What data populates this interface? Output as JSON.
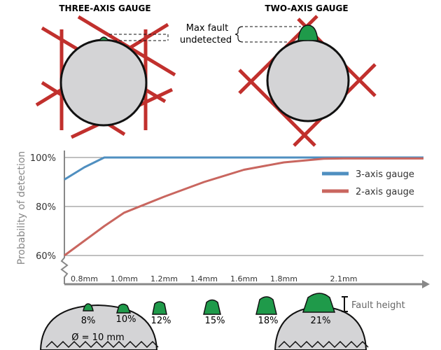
{
  "diagrams": {
    "three_axis_title": "THREE-AXIS GAUGE",
    "two_axis_title": "TWO-AXIS GAUGE",
    "callout_line1": "Max fault",
    "callout_line2": "undetected"
  },
  "chart_data": {
    "type": "line",
    "ylabel": "Probability of detection",
    "ylim": [
      60,
      100
    ],
    "yticks": [
      60,
      80,
      100
    ],
    "ytick_labels": [
      "60%",
      "80%",
      "100%"
    ],
    "x": [
      0.7,
      0.8,
      0.9,
      1.0,
      1.2,
      1.4,
      1.6,
      1.8,
      2.0,
      2.1,
      2.5
    ],
    "xtick_values": [
      0.8,
      1.0,
      1.2,
      1.4,
      1.6,
      1.8,
      2.1
    ],
    "xtick_labels": [
      "0.8mm",
      "1.0mm",
      "1.2mm",
      "1.4mm",
      "1.6mm",
      "1.8mm",
      "2.1mm"
    ],
    "legend_position": "right",
    "grid": true,
    "series": [
      {
        "name": "3-axis gauge",
        "color": "#4f8fc0",
        "values": [
          91,
          96,
          100,
          100,
          100,
          100,
          100,
          100,
          100,
          100,
          100
        ]
      },
      {
        "name": "2-axis gauge",
        "color": "#c9665f",
        "values": [
          60,
          66,
          72,
          77.5,
          84,
          90,
          95,
          98,
          99.5,
          99.6,
          99.6
        ]
      }
    ]
  },
  "faults": {
    "diameter_label": "Ø = 10 mm",
    "height_label": "Fault height",
    "percent_labels": [
      "8%",
      "10%",
      "12%",
      "15%",
      "18%",
      "21%"
    ],
    "fault_color": "#1f9a4a"
  }
}
